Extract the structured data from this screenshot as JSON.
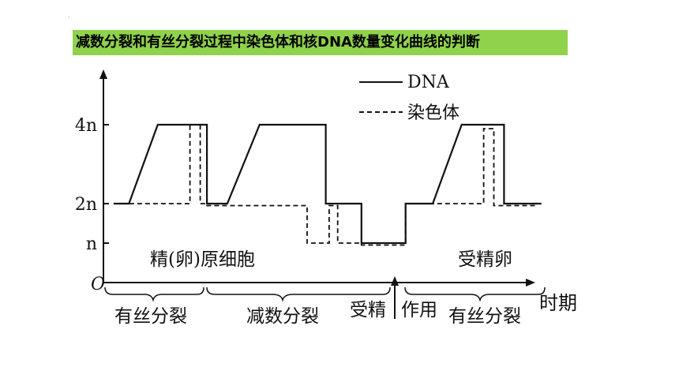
{
  "header": {
    "title": "减数分裂和有丝分裂过程中染色体和核DNA数量变化曲线的判断",
    "mark": "·"
  },
  "chart_data": {
    "type": "line",
    "origin_label": "O",
    "x_axis_label": "时期",
    "y_ticks": [
      {
        "label": "4n",
        "value": 4
      },
      {
        "label": "2n",
        "value": 2
      },
      {
        "label": "n",
        "value": 1
      }
    ],
    "ylim": [
      0,
      5
    ],
    "xlim": [
      0,
      12
    ],
    "legend": {
      "position": "top-right",
      "entries": [
        {
          "name": "DNA",
          "style": "solid"
        },
        {
          "name": "染色体",
          "style": "dashed"
        }
      ]
    },
    "series": [
      {
        "name": "DNA",
        "style": "solid",
        "x": [
          0.3,
          0.75,
          1.6,
          3.05,
          3.05,
          3.65,
          4.6,
          6.55,
          6.55,
          7.6,
          7.6,
          8.9,
          8.9,
          9.7,
          10.55,
          11.8,
          11.8,
          12.9
        ],
        "y": [
          2,
          2,
          4,
          4,
          2,
          2,
          4,
          4,
          2,
          2,
          1,
          1,
          2,
          2,
          4,
          4,
          2,
          2
        ]
      },
      {
        "name": "染色体",
        "style": "dashed",
        "x": [
          0.3,
          2.55,
          2.55,
          2.85,
          2.85,
          3.05,
          3.05,
          6.0,
          6.0,
          6.65,
          6.65,
          6.9,
          6.9,
          7.6,
          7.6,
          8.9,
          8.9,
          11.2,
          11.2,
          11.5,
          11.5,
          12.8
        ],
        "y": [
          2,
          2,
          4,
          4,
          2,
          2,
          1.95,
          1.95,
          1,
          1,
          1.95,
          1.95,
          1,
          1,
          0.95,
          0.95,
          2,
          2,
          3.9,
          3.9,
          1.95,
          1.95
        ]
      }
    ],
    "annotations": [
      {
        "id": "parent-cell",
        "text": "精(卵)原细胞"
      },
      {
        "id": "zygote",
        "text": "受精卵"
      }
    ],
    "phases": [
      {
        "id": "mitosis-1",
        "text": "有丝分裂"
      },
      {
        "id": "meiosis",
        "text": "减数分裂"
      },
      {
        "id": "fertilization",
        "text": "受精"
      },
      {
        "id": "action",
        "text": "作用"
      },
      {
        "id": "mitosis-2",
        "text": "有丝分裂"
      }
    ]
  }
}
